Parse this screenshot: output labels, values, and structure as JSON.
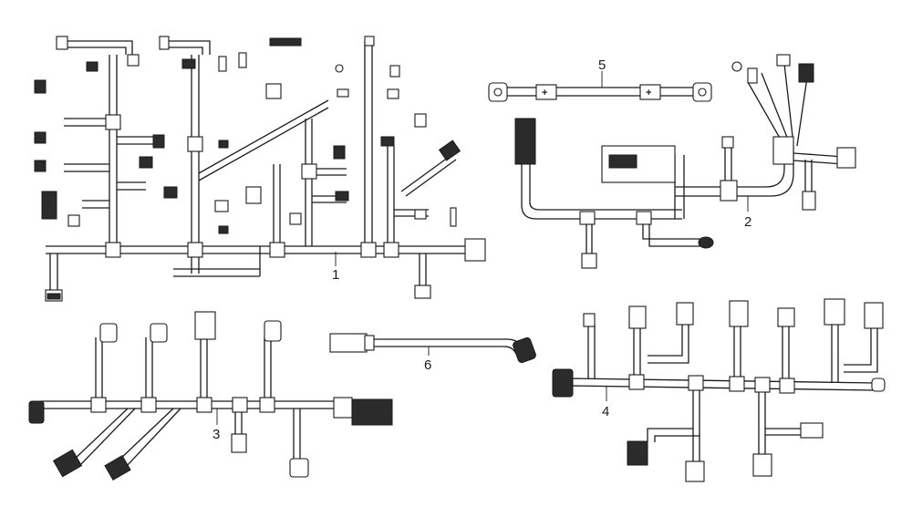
{
  "figure": {
    "callouts": [
      "1",
      "2",
      "3",
      "4",
      "5",
      "6"
    ],
    "terminal_symbol": "+"
  }
}
